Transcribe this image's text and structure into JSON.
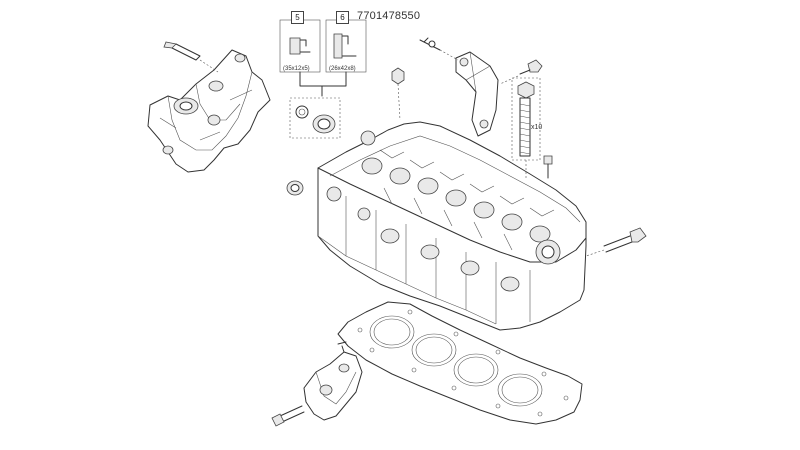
{
  "part_number": "7701478550",
  "callouts": [
    {
      "ref": "5",
      "size": "(35x12x5)"
    },
    {
      "ref": "6",
      "size": "(26x42x8)"
    }
  ],
  "bolt_label": "x10"
}
